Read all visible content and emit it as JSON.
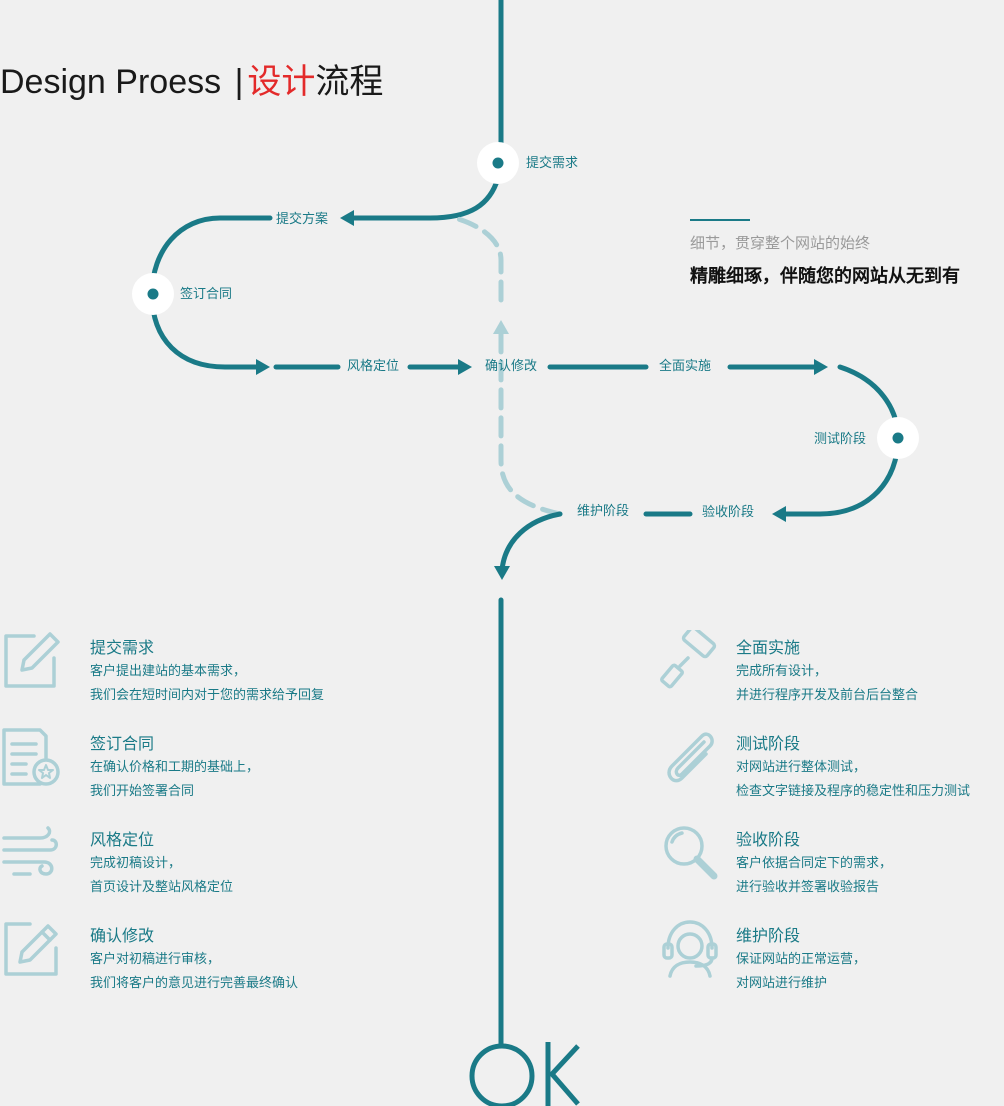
{
  "title": {
    "en": "Design Proess",
    "sep": "|",
    "cn_red": "设计",
    "cn_dark": "流程"
  },
  "flow_labels": {
    "submit": "提交需求",
    "proposal": "提交方案",
    "contract": "签订合同",
    "style": "风格定位",
    "confirm": "确认修改",
    "implement": "全面实施",
    "testing": "测试阶段",
    "acceptance": "验收阶段",
    "maintenance": "维护阶段"
  },
  "tagline": {
    "sub": "细节，贯穿整个网站的始终",
    "main": "精雕细琢，伴随您的网站从无到有"
  },
  "steps_left": [
    {
      "icon": "edit-square-icon",
      "title": "提交需求",
      "line1": "客户提出建站的基本需求，",
      "line2": "我们会在短时间内对于您的需求给予回复"
    },
    {
      "icon": "contract-document-icon",
      "title": "签订合同",
      "line1": "在确认价格和工期的基础上，",
      "line2": "我们开始签署合同"
    },
    {
      "icon": "wind-icon",
      "title": "风格定位",
      "line1": "完成初稿设计，",
      "line2": "首页设计及整站风格定位"
    },
    {
      "icon": "edit-pencil-icon",
      "title": "确认修改",
      "line1": "客户对初稿进行审核，",
      "line2": "我们将客户的意见进行完善最终确认"
    }
  ],
  "steps_right": [
    {
      "icon": "paint-roller-icon",
      "title": "全面实施",
      "line1": "完成所有设计，",
      "line2": "并进行程序开发及前台后台整合"
    },
    {
      "icon": "paperclip-icon",
      "title": "测试阶段",
      "line1": "对网站进行整体测试，",
      "line2": "检查文字链接及程序的稳定性和压力测试"
    },
    {
      "icon": "magnifier-icon",
      "title": "验收阶段",
      "line1": "客户依据合同定下的需求，",
      "line2": "进行验收并签署收验报告"
    },
    {
      "icon": "headset-support-icon",
      "title": "维护阶段",
      "line1": "保证网站的正常运营，",
      "line2": "对网站进行维护"
    }
  ],
  "ok_label": "OK",
  "colors": {
    "teal": "#1a7a87",
    "light_teal": "#acd0d6",
    "red": "#e32a2a",
    "background": "#f0f0f0"
  }
}
